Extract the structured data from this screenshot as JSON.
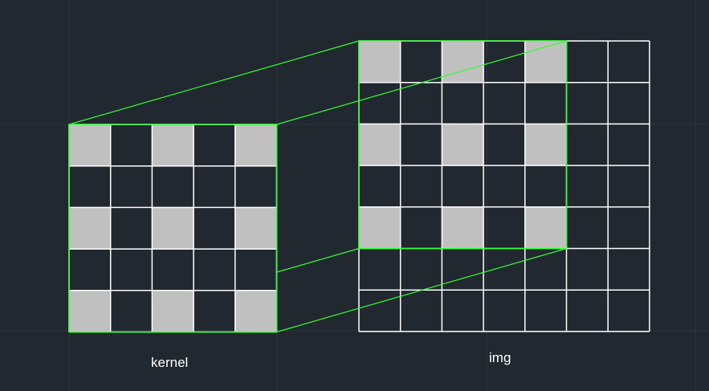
{
  "labels": {
    "kernel": "kernel",
    "img": "img"
  },
  "colors": {
    "background": "#212830",
    "background_grid": "#2d3540",
    "cell_fill": "#c0c0c0",
    "grid_line": "#ffffff",
    "highlight": "#33ff33"
  },
  "kernel": {
    "rows": 5,
    "cols": 5,
    "filled_cells": [
      [
        0,
        0
      ],
      [
        0,
        2
      ],
      [
        0,
        4
      ],
      [
        2,
        0
      ],
      [
        2,
        2
      ],
      [
        2,
        4
      ],
      [
        4,
        0
      ],
      [
        4,
        2
      ],
      [
        4,
        4
      ]
    ]
  },
  "img": {
    "rows": 7,
    "cols": 7,
    "filled_cells": [
      [
        0,
        0
      ],
      [
        0,
        2
      ],
      [
        0,
        4
      ],
      [
        2,
        0
      ],
      [
        2,
        2
      ],
      [
        2,
        4
      ],
      [
        4,
        0
      ],
      [
        4,
        2
      ],
      [
        4,
        4
      ]
    ],
    "highlight_region": {
      "row_start": 0,
      "col_start": 0,
      "rows": 5,
      "cols": 5
    }
  }
}
